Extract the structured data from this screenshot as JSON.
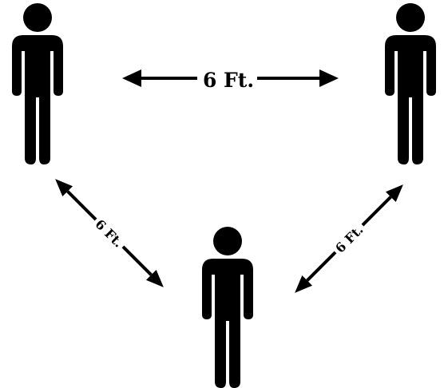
{
  "diagram": {
    "figures": [
      {
        "id": "person-top-left"
      },
      {
        "id": "person-top-right"
      },
      {
        "id": "person-bottom-center"
      }
    ],
    "distances": [
      {
        "id": "top",
        "label": "6 Ft."
      },
      {
        "id": "left",
        "label": "6 Ft."
      },
      {
        "id": "right",
        "label": "6 Ft."
      }
    ],
    "colors": {
      "ink": "#000000",
      "background": "#ffffff"
    }
  }
}
